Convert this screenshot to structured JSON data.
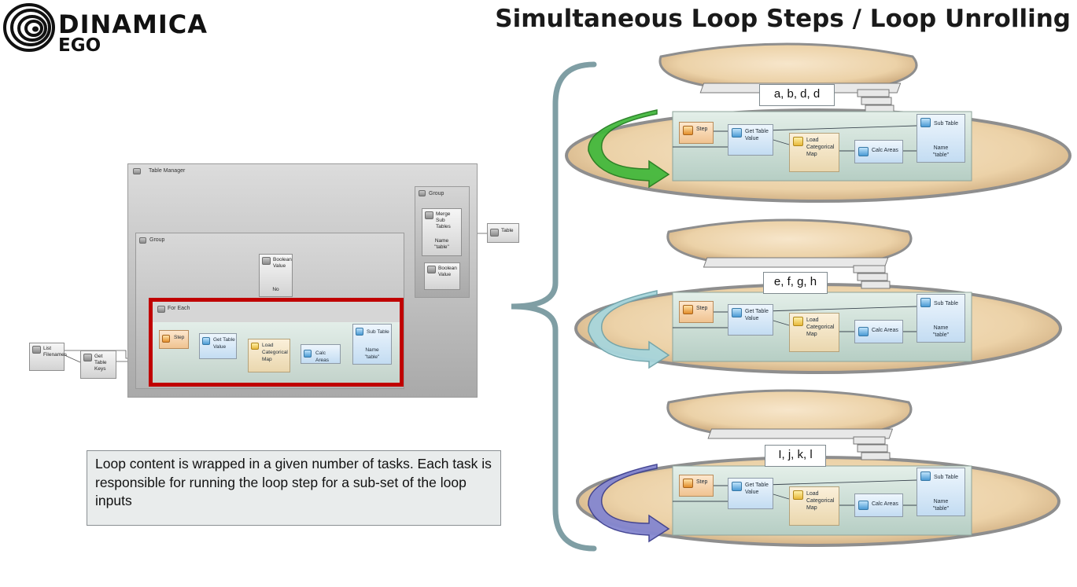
{
  "brand": {
    "name": "DINAMICA",
    "sub": "EGO"
  },
  "title": "Simultaneous Loop Steps / Loop Unrolling",
  "diagram": {
    "table_manager": "Table Manager",
    "group_right": "Group",
    "merge_sub_tables": {
      "title": "Merge Sub Tables",
      "name_label": "Name",
      "name_value": "\"table\""
    },
    "table_output": "Table",
    "group_inner": "Group",
    "boolean_value_top": {
      "title": "Boolean Value",
      "value": "No"
    },
    "boolean_value_right": {
      "title": "Boolean Value"
    },
    "for_each": "For Each",
    "list_filenames": "List Filenames",
    "get_table_keys": "Get Table Keys"
  },
  "loop_nodes": {
    "step": "Step",
    "get_table_value": "Get Table Value",
    "load_categorical_map": "Load Categorical Map",
    "calc_areas": "Calc Areas",
    "sub_table": "Sub Table",
    "name_label": "Name",
    "name_value": "\"table\""
  },
  "note": "Loop content is wrapped in a given number of tasks. Each task is responsible for running the loop step for a sub-set of the loop inputs",
  "tasks": [
    {
      "label": "a, b, d, d",
      "arrow_color": "#3fb83a"
    },
    {
      "label": "e, f, g, h",
      "arrow_color": "#8cc6cf"
    },
    {
      "label": "I, j, k, l",
      "arrow_color": "#5b5fb5"
    }
  ],
  "colors": {
    "brace": "#7f9ea4",
    "platter_edge": "#8e8e8e",
    "platter_fill": "#efd7b4",
    "highlight_border": "#c00000"
  }
}
